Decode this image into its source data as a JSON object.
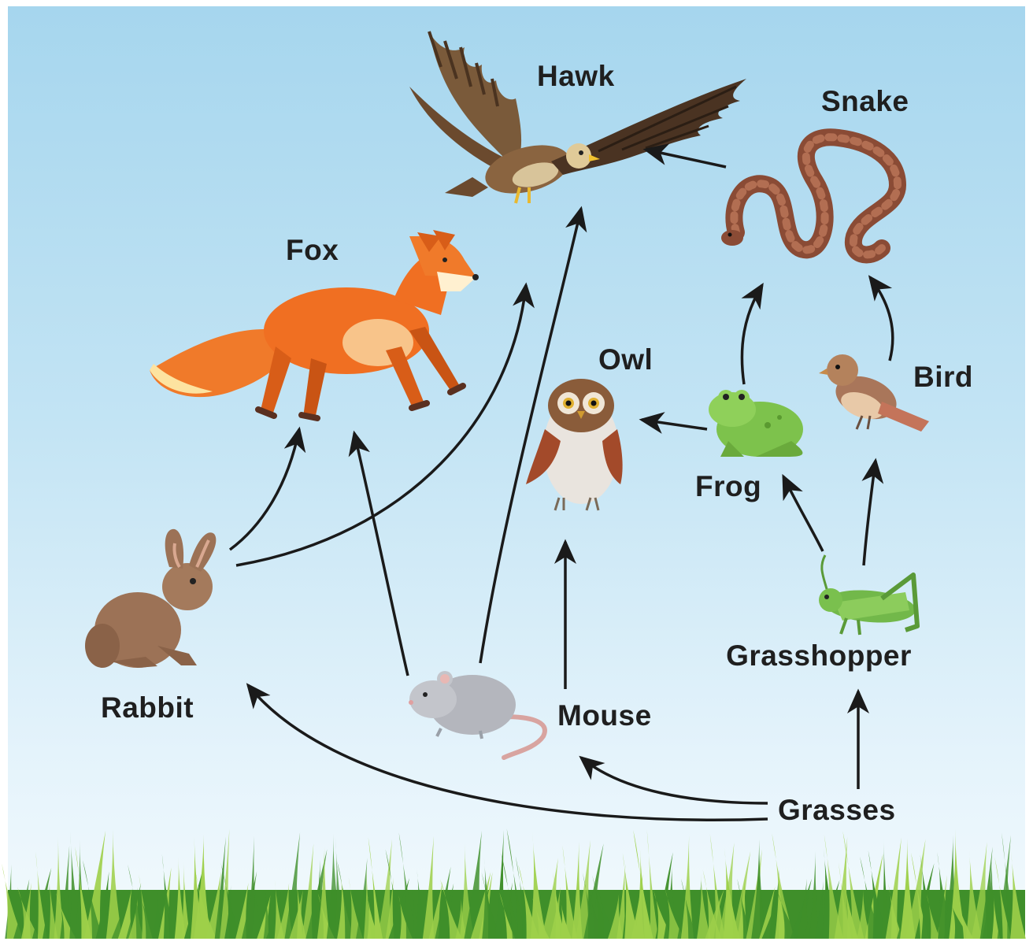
{
  "labels": {
    "hawk": "Hawk",
    "snake": "Snake",
    "fox": "Fox",
    "owl": "Owl",
    "bird": "Bird",
    "frog": "Frog",
    "rabbit": "Rabbit",
    "mouse": "Mouse",
    "grasshopper": "Grasshopper",
    "grasses": "Grasses"
  },
  "colors": {
    "arrow": "#1a1a1a",
    "label": "#1f1f1f",
    "grass_dark": "#3f8f2a",
    "grass_light": "#9ed04a"
  },
  "icons": {
    "hawk": "hawk-illustration",
    "snake": "snake-illustration",
    "fox": "fox-illustration",
    "owl": "owl-illustration",
    "bird": "bird-illustration",
    "frog": "frog-illustration",
    "rabbit": "rabbit-illustration",
    "mouse": "mouse-illustration",
    "grasshopper": "grasshopper-illustration",
    "grasses": "grass-illustration"
  },
  "links": [
    {
      "from": "Grasses",
      "to": "Rabbit"
    },
    {
      "from": "Grasses",
      "to": "Mouse"
    },
    {
      "from": "Grasses",
      "to": "Grasshopper"
    },
    {
      "from": "Grasshopper",
      "to": "Frog"
    },
    {
      "from": "Grasshopper",
      "to": "Bird"
    },
    {
      "from": "Frog",
      "to": "Owl"
    },
    {
      "from": "Frog",
      "to": "Snake"
    },
    {
      "from": "Bird",
      "to": "Snake"
    },
    {
      "from": "Snake",
      "to": "Hawk"
    },
    {
      "from": "Mouse",
      "to": "Owl"
    },
    {
      "from": "Mouse",
      "to": "Fox"
    },
    {
      "from": "Mouse",
      "to": "Hawk"
    },
    {
      "from": "Rabbit",
      "to": "Fox"
    },
    {
      "from": "Rabbit",
      "to": "Hawk"
    }
  ]
}
